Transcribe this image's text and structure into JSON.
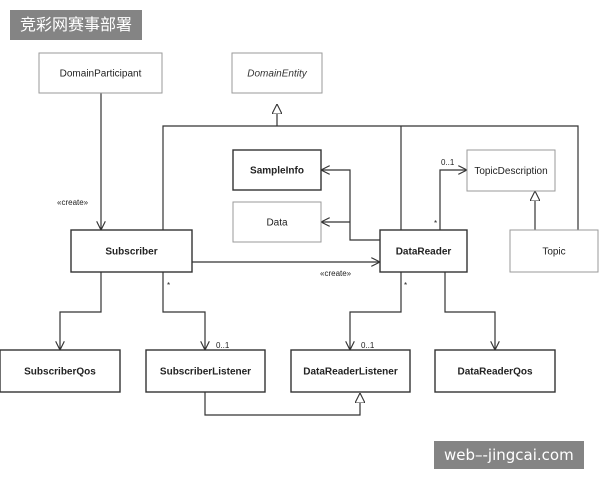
{
  "watermark": {
    "top": "竞彩网赛事部署",
    "bottom": "web–-jingcai.com"
  },
  "classes": {
    "domain_participant": "DomainParticipant",
    "domain_entity": "DomainEntity",
    "sample_info": "SampleInfo",
    "data": "Data",
    "topic_description": "TopicDescription",
    "subscriber": "Subscriber",
    "data_reader": "DataReader",
    "topic": "Topic",
    "subscriber_qos": "SubscriberQos",
    "subscriber_listener": "SubscriberListener",
    "data_reader_listener": "DataReaderListener",
    "data_reader_qos": "DataReaderQos"
  },
  "labels": {
    "create_participant": "«create»",
    "create_subscriber": "«create»",
    "mult_topic_desc": "0..1",
    "mult_reader_topic": "*",
    "mult_subscriber": "*",
    "mult_sub_listener": "0..1",
    "mult_reader": "*",
    "mult_reader_listener": "0..1"
  }
}
